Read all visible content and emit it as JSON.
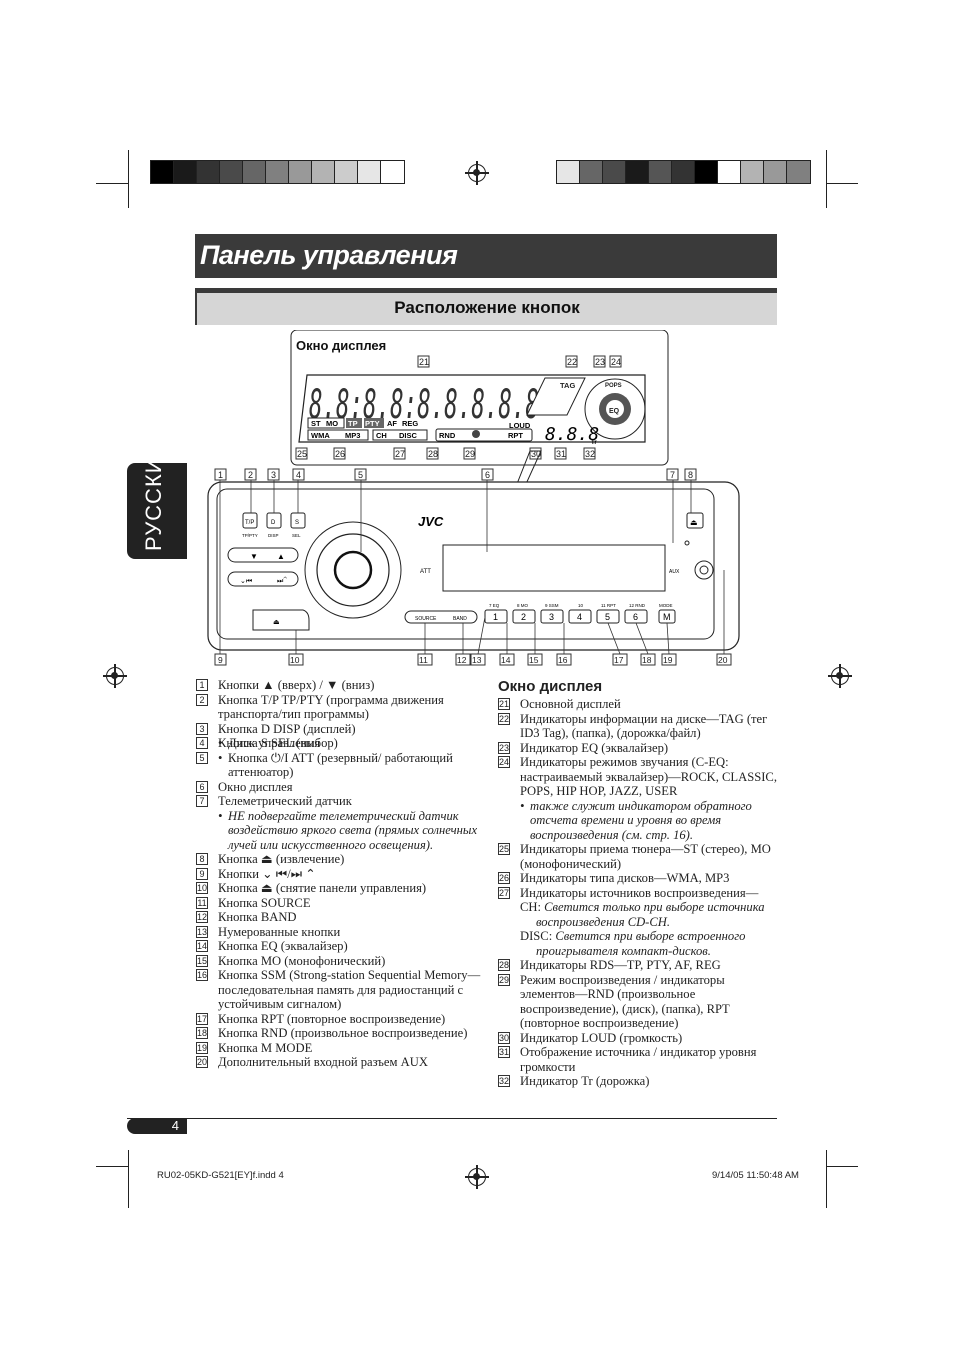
{
  "header": {
    "title": "Панель управления",
    "subtitle": "Расположение кнопок",
    "language_tab": "РУССКИЙ"
  },
  "colors": {
    "title_bar": "#3a3a3a",
    "subtitle_bar": "#d6d6d6",
    "text": "#222222"
  },
  "diagram": {
    "display_title": "Окно дисплея",
    "brand": "JVC",
    "display_numbers": [
      "21",
      "22",
      "23",
      "24",
      "25",
      "26",
      "27",
      "28",
      "29",
      "30",
      "31",
      "32"
    ],
    "panel_numbers": [
      "1",
      "2",
      "3",
      "4",
      "5",
      "6",
      "7",
      "8",
      "9",
      "10",
      "11",
      "12",
      "13",
      "14",
      "15",
      "16",
      "17",
      "18",
      "19",
      "20"
    ],
    "display_labels": {
      "tag": "TAG",
      "pops": "POPS",
      "eq": "EQ",
      "st": "ST",
      "mo": "MO",
      "tp": "TP",
      "pty": "PTY",
      "af": "AF",
      "reg": "REG",
      "wma": "WMA",
      "mp3": "MP3",
      "ch": "CH",
      "disc": "DISC",
      "rnd": "RND",
      "rpt": "RPT",
      "loud": "LOUD",
      "tr": "Tr",
      "segments": "8.8:8.8:8.8.8.8.8",
      "level": "8.8.8"
    },
    "panel_labels": {
      "tp": "T/P",
      "tp_sub": "TP/PTY",
      "d": "D",
      "d_sub": "DISP",
      "s": "S",
      "s_sub": "SEL",
      "att": "ATT",
      "aux": "AUX",
      "mode": "MODE",
      "source": "SOURCE",
      "band": "BAND",
      "m": "M",
      "presets": [
        "1",
        "2",
        "3",
        "4",
        "5",
        "6"
      ],
      "preset_sub": [
        "7 EQ",
        "8 MO",
        "9 SSM",
        "10",
        "11 RPT",
        "12 RND"
      ]
    }
  },
  "left_list": [
    {
      "n": "1",
      "text": "Кнопки ▲ (вверх) / ▼ (вниз)"
    },
    {
      "n": "2",
      "text": "Кнопка T/P TP/PTY (программа движения транспорта/тип программы)"
    },
    {
      "n": "3",
      "text": "Кнопка D DISP (дисплей)"
    },
    {
      "n": "4",
      "text": "Кнопка S SEL (выбор)"
    },
    {
      "n": "5",
      "bullets": [
        "Диск управления",
        "Кнопка ⏻/I ATT (резервный/ работающий аттенюатор)"
      ]
    },
    {
      "n": "6",
      "text": "Окно дисплея"
    },
    {
      "n": "7",
      "text": "Телеметрический датчик",
      "note": "НЕ подвергайте телеметрический датчик воздействию яркого света (прямых солнечных лучей или искусственного освещения)."
    },
    {
      "n": "8",
      "text": "Кнопка ⏏ (извлечение)"
    },
    {
      "n": "9",
      "text": "Кнопки ⌄ ⏮/⏭ ⌃"
    },
    {
      "n": "10",
      "text": "Кнопка ⏏ (снятие панели управления)"
    },
    {
      "n": "11",
      "text": "Кнопка SOURCE"
    },
    {
      "n": "12",
      "text": "Кнопка BAND"
    },
    {
      "n": "13",
      "text": "Нумерованные кнопки"
    },
    {
      "n": "14",
      "text": "Кнопка EQ (эквалайзер)"
    },
    {
      "n": "15",
      "text": "Кнопка MO (монофонический)"
    },
    {
      "n": "16",
      "text": "Кнопка SSM (Strong-station Sequential Memory—последовательная память для радиостанций с устойчивым сигналом)"
    },
    {
      "n": "17",
      "text": "Кнопка RPT (повторное воспроизведение)"
    },
    {
      "n": "18",
      "text": "Кнопка RND (произвольное воспроизведение)"
    },
    {
      "n": "19",
      "text": "Кнопка M MODE"
    },
    {
      "n": "20",
      "text": "Дополнительный входной разъем AUX"
    }
  ],
  "right_section": {
    "heading": "Окно дисплея",
    "items": [
      {
        "n": "21",
        "text": "Основной дисплей"
      },
      {
        "n": "22",
        "text": "Индикаторы информации на диске—TAG (тег ID3 Tag), (папка), (дорожка/файл)"
      },
      {
        "n": "23",
        "text": "Индикатор EQ (эквалайзер)"
      },
      {
        "n": "24",
        "text": "Индикаторы режимов звучания (C-EQ: настраиваемый эквалайзер)—ROCK, CLASSIC, POPS, HIP HOP, JAZZ, USER",
        "note": "также служит индикатором обратного отсчета времени и уровня во время воспроизведения (см. стр. 16)."
      },
      {
        "n": "25",
        "text": "Индикаторы приема тюнера—ST (стерео), MO (монофонический)"
      },
      {
        "n": "26",
        "text": "Индикаторы типа дисков—WMA, MP3"
      },
      {
        "n": "27",
        "text": "Индикаторы источников воспроизведения—",
        "sub": [
          {
            "label": "CH:",
            "note": "Светится только при выборе источника воспроизведения CD-CH."
          },
          {
            "label": "DISC:",
            "note": "Светится при выборе встроенного проигрывателя компакт-дисков."
          }
        ]
      },
      {
        "n": "28",
        "text": "Индикаторы RDS—TP, PTY, AF, REG"
      },
      {
        "n": "29",
        "text": "Режим воспроизведения / индикаторы элементов—RND (произвольное воспроизведение), (диск), (папка), RPT (повторное воспроизведение)"
      },
      {
        "n": "30",
        "text": "Индикатор LOUD (громкость)"
      },
      {
        "n": "31",
        "text": "Отображение источника / индикатор уровня громкости"
      },
      {
        "n": "32",
        "text": "Индикатор Tr (дорожка)"
      }
    ]
  },
  "page_number": "4",
  "footer": {
    "left": "RU02-05KD-G521[EY]f.indd   4",
    "right": "9/14/05   11:50:48 AM"
  }
}
